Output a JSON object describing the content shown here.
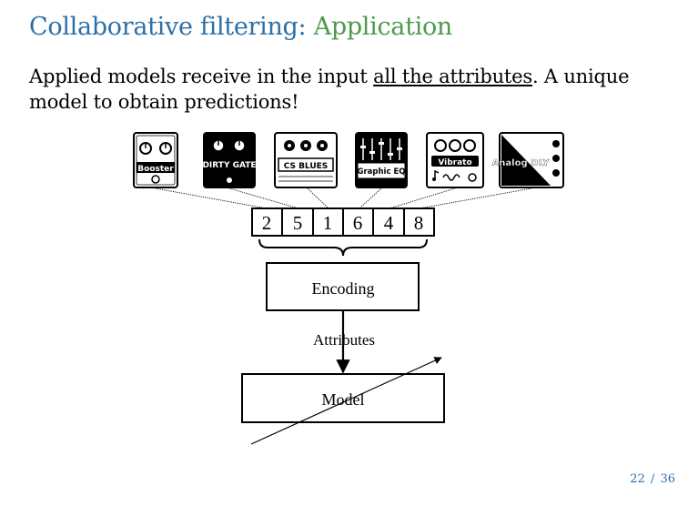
{
  "slide": {
    "title_main": "Collaborative filtering:",
    "title_sub": "Application",
    "body_prefix": "Applied models receive in the input ",
    "body_underlined": "all the attributes",
    "body_suffix": ". A unique model to obtain predictions!",
    "page_current": "22",
    "page_separator": "/",
    "page_total": "36"
  },
  "diagram": {
    "pedals": [
      {
        "label": "Booster",
        "icon": "booster-pedal-icon"
      },
      {
        "label": "DIRTY GATE",
        "icon": "dirty-gate-pedal-icon"
      },
      {
        "label": "CS BLUES",
        "icon": "cs-blues-pedal-icon"
      },
      {
        "label": "Graphic EQ",
        "icon": "graphic-eq-pedal-icon"
      },
      {
        "label": "Vibrato",
        "icon": "vibrato-pedal-icon"
      },
      {
        "label": "Analog DLY",
        "icon": "analog-delay-pedal-icon"
      }
    ],
    "ratings": [
      "2",
      "5",
      "1",
      "6",
      "4",
      "8"
    ],
    "encoding_label": "Encoding",
    "attributes_label": "Attributes",
    "model_label": "Model"
  }
}
